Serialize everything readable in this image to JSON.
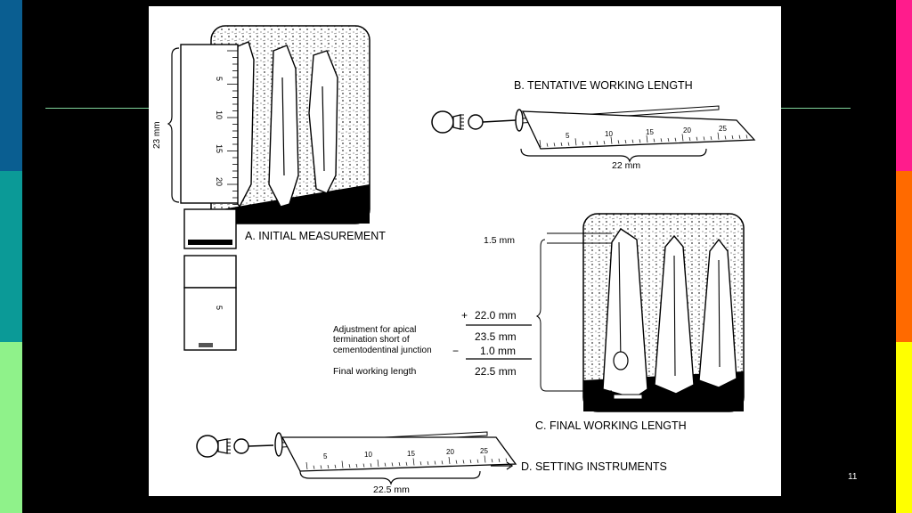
{
  "colors": {
    "left_stripes": [
      "#0a5e91",
      "#0b9a97",
      "#8ff28a"
    ],
    "right_stripes": [
      "#ff1c8c",
      "#ff6a00",
      "#ffff00"
    ],
    "divider": "#7fd39b",
    "background": "#000000"
  },
  "slide_number": "11",
  "figure": {
    "panel_a": {
      "label": "A. INITIAL MEASUREMENT",
      "side_measure": "23 mm",
      "ruler_ticks": [
        "5",
        "10",
        "15",
        "20"
      ],
      "lower_ruler_tick": "5"
    },
    "panel_b": {
      "label": "B. TENTATIVE WORKING LENGTH",
      "length": "22 mm",
      "ruler_ticks": [
        "5",
        "10",
        "15",
        "20",
        "25"
      ]
    },
    "panel_c": {
      "label": "C. FINAL WORKING LENGTH",
      "offset": "1.5 mm",
      "calc": {
        "line1_prefix": "+",
        "line1_value": "22.0 mm",
        "adjustment_text": [
          "Adjustment for apical",
          "termination short of",
          "cementodentinal junction"
        ],
        "line2_value": "23.5 mm",
        "line3_prefix": "−",
        "line3_value": "1.0 mm",
        "final_label": "Final working length",
        "final_value": "22.5 mm"
      }
    },
    "panel_d": {
      "label": "D. SETTING INSTRUMENTS",
      "length": "22.5 mm",
      "ruler_ticks": [
        "5",
        "10",
        "15",
        "20",
        "25"
      ]
    }
  }
}
